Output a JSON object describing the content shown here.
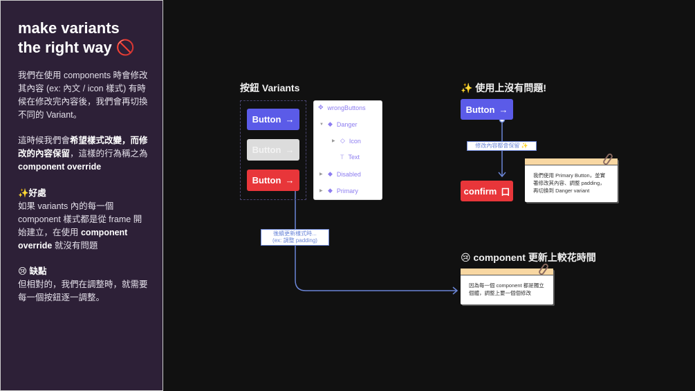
{
  "sidebar": {
    "title_line1": "make variants",
    "title_line2": "the right way 🚫",
    "p1": "我們在使用 components 時會修改其內容 (ex: 內文 / icon 樣式) 有時候在修改完內容後，我們會再切換不同的 Variant。",
    "p2_a": "這時候我們會",
    "p2_b": "希望樣式改變，而修改的內容保留",
    "p2_c": "，這樣的行為稱之為 ",
    "p2_d": "component override",
    "pros_title": "✨好處",
    "pros_a": "如果 variants 內的每一個 component 樣式都是從 frame 開始建立，在使用 ",
    "pros_b": "component override",
    "pros_c": " 就沒有問題",
    "cons_title": "😢 缺點",
    "cons_text": "但相對的，我們在調整時，就需要每一個按鈕逐一調整。"
  },
  "variants": {
    "heading": "按鈕 Variants",
    "buttons": [
      {
        "label": "Button",
        "icon": "→"
      },
      {
        "label": "Button",
        "icon": "→"
      },
      {
        "label": "Button",
        "icon": "→"
      }
    ],
    "layers": [
      "wrongButtons",
      "Danger",
      "Icon",
      "Text",
      "Disabled",
      "Primary"
    ],
    "connector_label_1": "後續更新樣式時...",
    "connector_label_2": "(ex: 調整 padding)"
  },
  "usage": {
    "heading": "✨ 使用上沒有問題!",
    "button_label": "Button",
    "button_icon": "→",
    "connector_label": "修改內容都會保留 ✨",
    "confirm_label": "confirm",
    "confirm_icon": "口",
    "note": "我們使用 Primary Button，並實著修改其內容、調整 padding，再切換到 Danger variant"
  },
  "cost": {
    "heading": "😢 component 更新上較花時間",
    "note": "因為每一個 component 都是獨立個體，調整上要一個個修改"
  }
}
